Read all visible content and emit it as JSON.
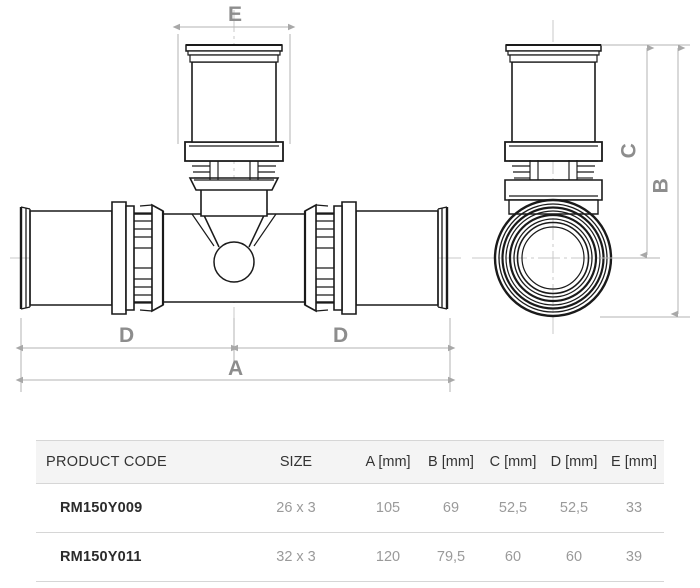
{
  "drawing": {
    "front_view": {
      "name": "tee-press-fitting-front-view",
      "dimension_labels": [
        {
          "id": "E",
          "label": "E",
          "orientation": "horizontal",
          "position": "top-branch"
        },
        {
          "id": "D-left",
          "label": "D",
          "orientation": "horizontal",
          "position": "bottom-left"
        },
        {
          "id": "D-right",
          "label": "D",
          "orientation": "horizontal",
          "position": "bottom-right"
        },
        {
          "id": "A",
          "label": "A",
          "orientation": "horizontal",
          "position": "bottom-overall"
        }
      ]
    },
    "side_view": {
      "name": "tee-press-fitting-side-view",
      "dimension_labels": [
        {
          "id": "C",
          "label": "C",
          "orientation": "vertical",
          "position": "right-inner"
        },
        {
          "id": "B",
          "label": "B",
          "orientation": "vertical",
          "position": "right-outer"
        }
      ]
    },
    "colors": {
      "outline": "#1a1a1a",
      "dimension_line": "#b3b3b3",
      "dimension_text": "#8d8d8d",
      "centerline": "#c9c9c9"
    }
  },
  "table": {
    "headers": [
      "PRODUCT CODE",
      "SIZE",
      "A [mm]",
      "B [mm]",
      "C [mm]",
      "D [mm]",
      "E [mm]"
    ],
    "rows": [
      {
        "product_code": "RM150Y009",
        "size": "26 x 3",
        "a": "105",
        "b": "69",
        "c": "52,5",
        "d": "52,5",
        "e": "33"
      },
      {
        "product_code": "RM150Y011",
        "size": "32 x 3",
        "a": "120",
        "b": "79,5",
        "c": "60",
        "d": "60",
        "e": "39"
      }
    ]
  }
}
